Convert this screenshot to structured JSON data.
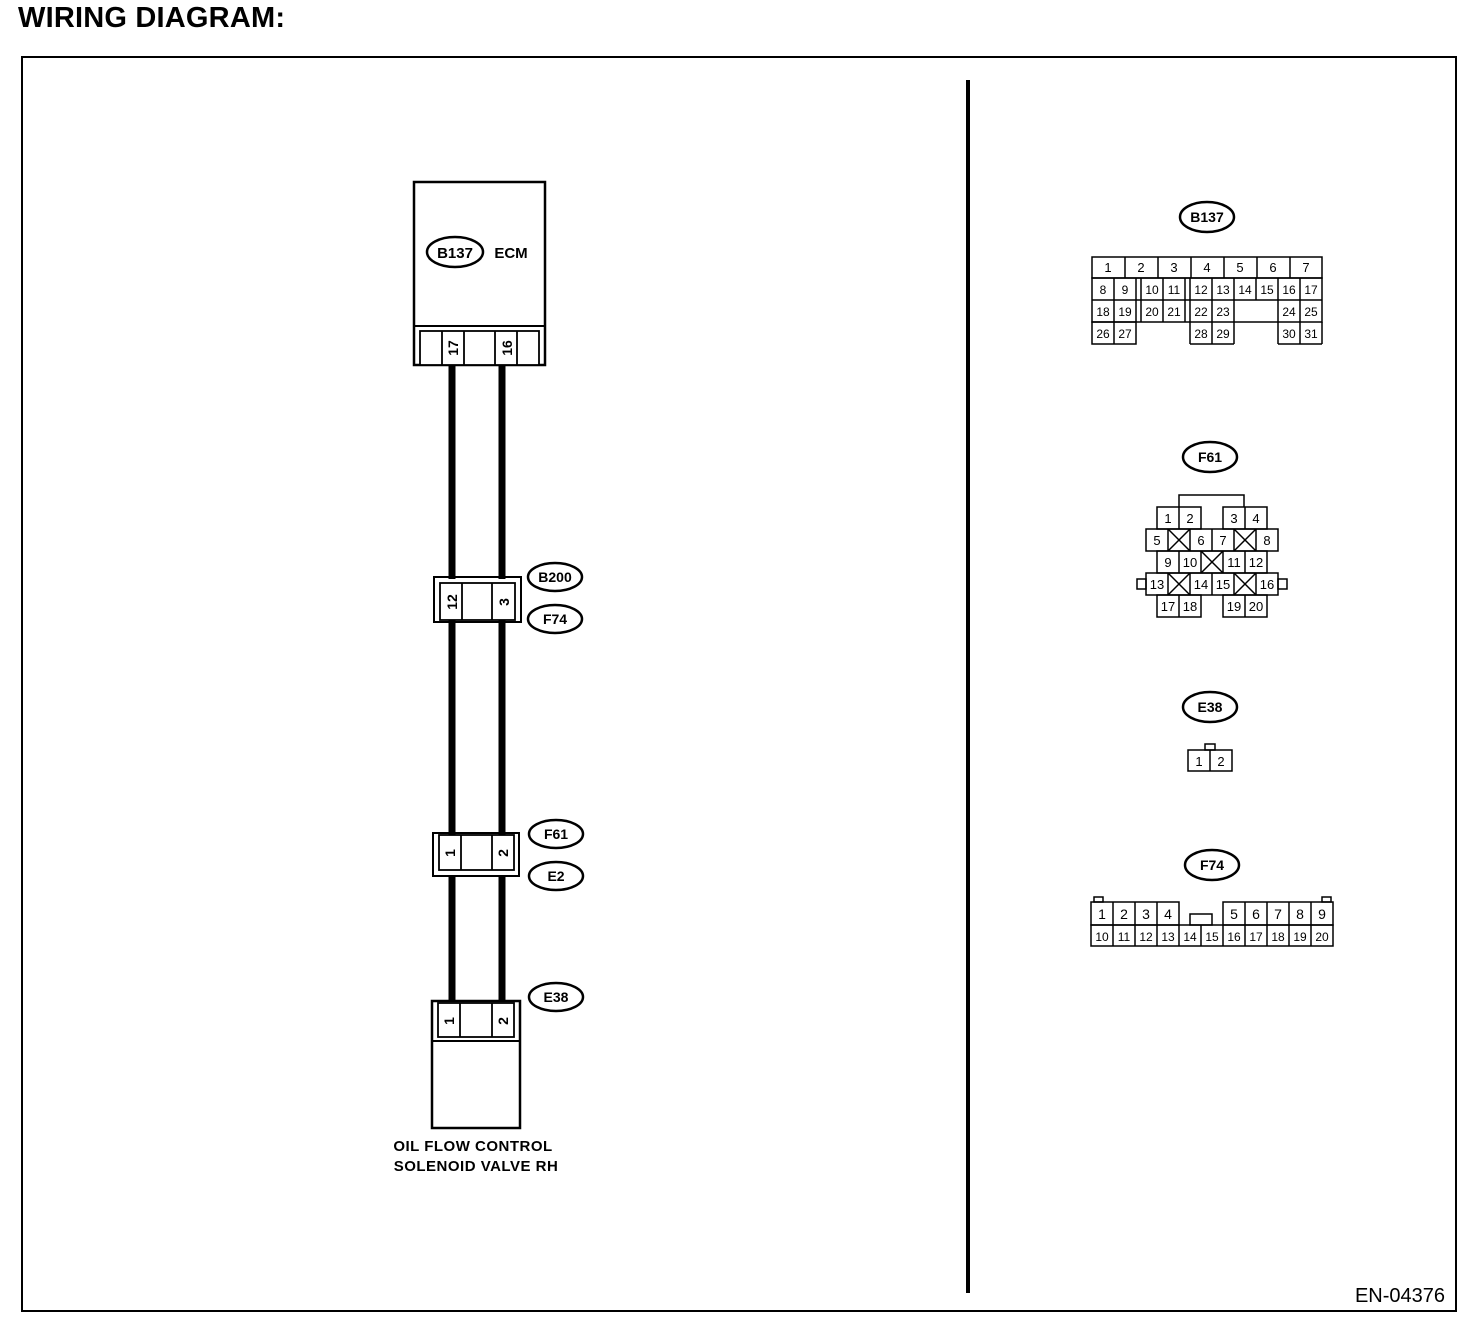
{
  "heading": "WIRING DIAGRAM:",
  "figure_code": "EN-04376",
  "ecm": {
    "connector": "B137",
    "name": "ECM",
    "pins": [
      "17",
      "16"
    ]
  },
  "junction_b200_f74": {
    "top_connector": "B200",
    "bottom_connector": "F74",
    "pins": [
      "12",
      "3"
    ]
  },
  "junction_f61_e2": {
    "top_connector": "F61",
    "bottom_connector": "E2",
    "pins": [
      "1",
      "2"
    ]
  },
  "solenoid": {
    "connector": "E38",
    "pins": [
      "1",
      "2"
    ],
    "name_line1": "OIL FLOW CONTROL",
    "name_line2": "SOLENOID VALVE RH"
  },
  "connector_views": {
    "b137": {
      "label": "B137",
      "row1": [
        "1",
        "2",
        "3",
        "4",
        "5",
        "6",
        "7"
      ],
      "row2": [
        "8",
        "9",
        "10",
        "11",
        "12",
        "13",
        "14",
        "15",
        "16",
        "17"
      ],
      "row3": [
        "18",
        "19",
        "20",
        "21",
        "22",
        "23",
        "24",
        "25"
      ],
      "row4": [
        "26",
        "27",
        "28",
        "29",
        "30",
        "31"
      ]
    },
    "f61": {
      "label": "F61",
      "row1": [
        "1",
        "2",
        "3",
        "4"
      ],
      "row2": [
        "5",
        "6",
        "7",
        "8"
      ],
      "row3": [
        "9",
        "10",
        "11",
        "12"
      ],
      "row4": [
        "13",
        "14",
        "15",
        "16"
      ],
      "row5": [
        "17",
        "18",
        "19",
        "20"
      ]
    },
    "e38": {
      "label": "E38",
      "row1": [
        "1",
        "2"
      ]
    },
    "f74": {
      "label": "F74",
      "row1": [
        "1",
        "2",
        "3",
        "4",
        "5",
        "6",
        "7",
        "8",
        "9"
      ],
      "row2": [
        "10",
        "11",
        "12",
        "13",
        "14",
        "15",
        "16",
        "17",
        "18",
        "19",
        "20"
      ]
    }
  }
}
